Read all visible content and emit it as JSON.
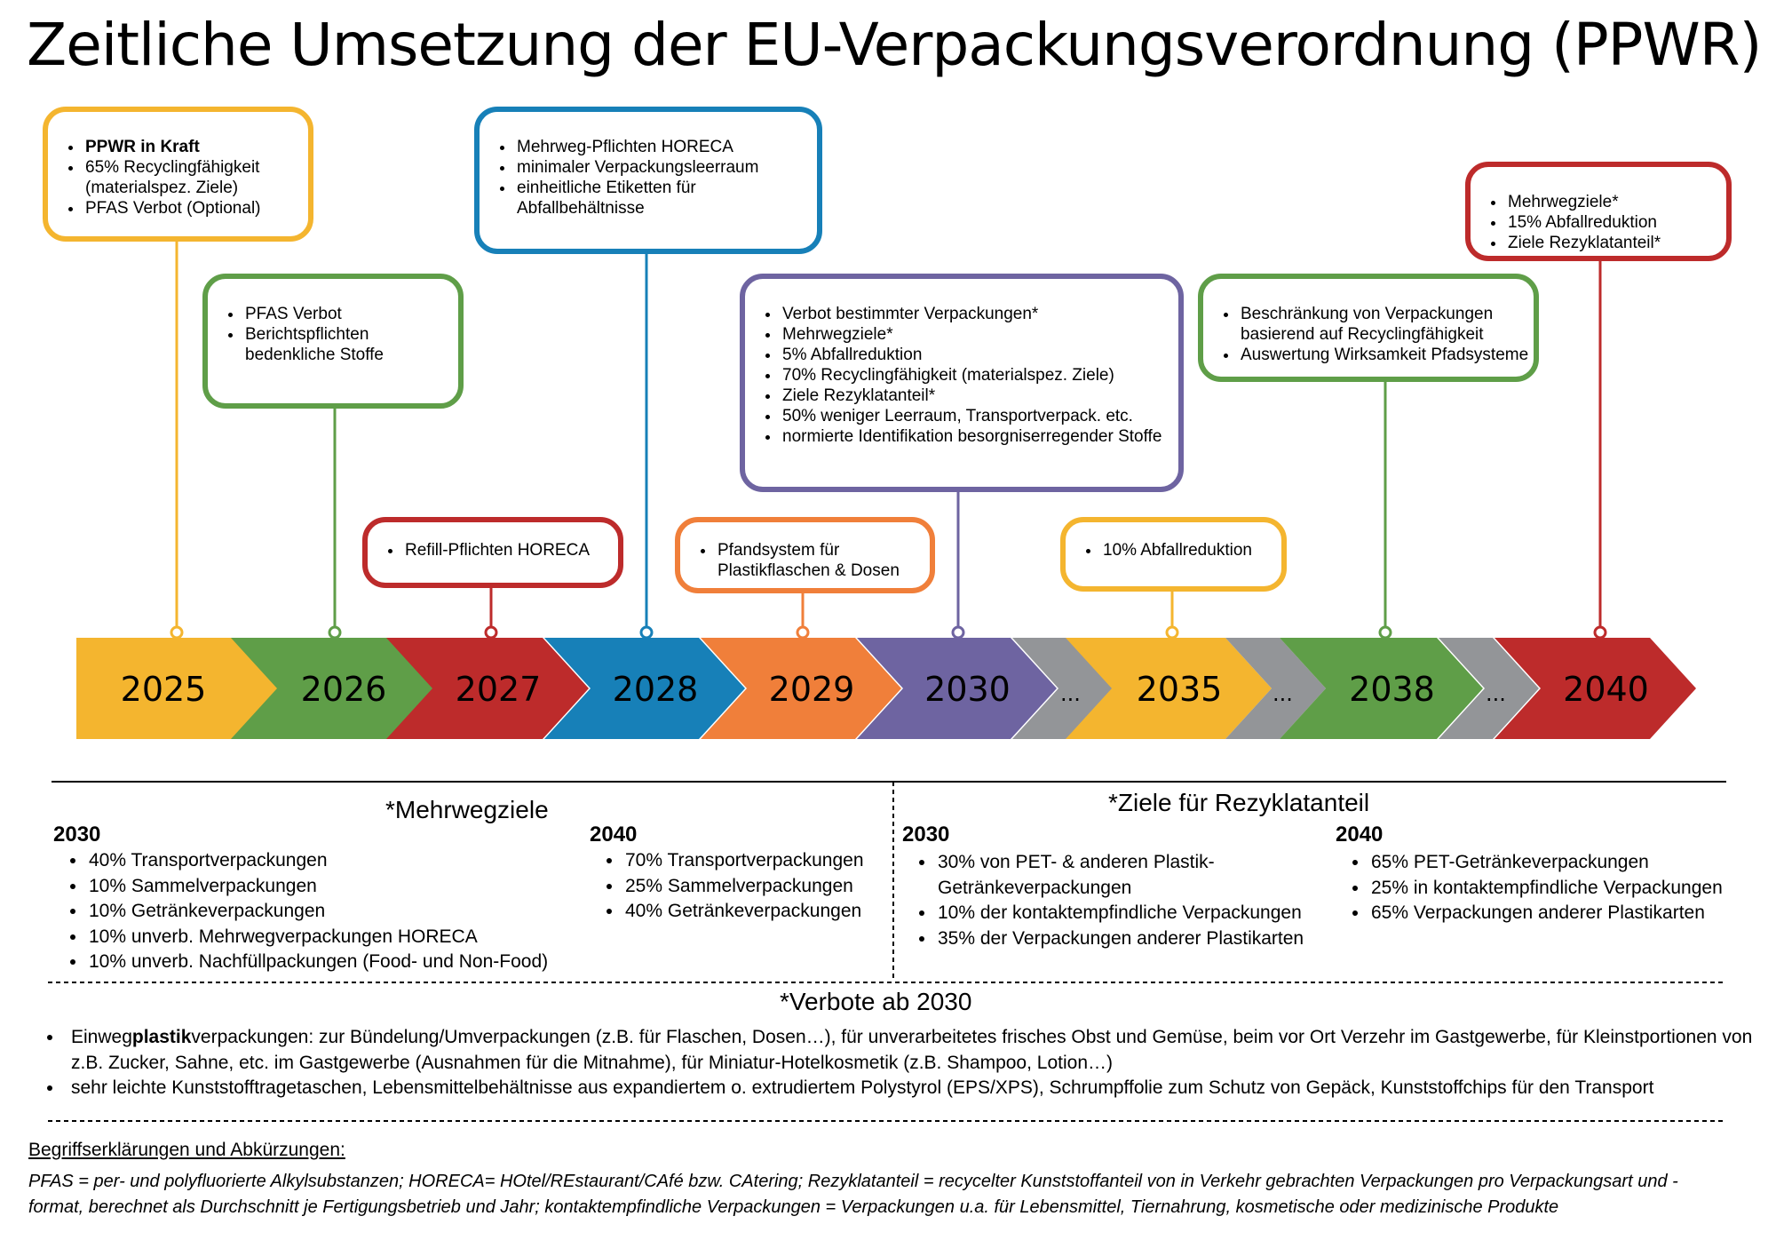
{
  "title": "Zeitliche Umsetzung der EU-Verpackungsverordnung (PPWR)",
  "colors": {
    "yellow": "#F4B52F",
    "green": "#5F9E48",
    "red": "#BD2B2B",
    "blue": "#1780B8",
    "orange": "#F07F3A",
    "purple": "#6E64A1",
    "gray": "#939598"
  },
  "timeline": [
    {
      "label": "2025",
      "color": "#F4B52F"
    },
    {
      "label": "2026",
      "color": "#5F9E48"
    },
    {
      "label": "2027",
      "color": "#BD2B2B"
    },
    {
      "label": "2028",
      "color": "#1780B8"
    },
    {
      "label": "2029",
      "color": "#F07F3A"
    },
    {
      "label": "2030",
      "color": "#6E64A1"
    },
    {
      "label": "...",
      "color": "#939598"
    },
    {
      "label": "2035",
      "color": "#F4B52F"
    },
    {
      "label": "...",
      "color": "#939598"
    },
    {
      "label": "2038",
      "color": "#5F9E48"
    },
    {
      "label": "...",
      "color": "#939598"
    },
    {
      "label": "2040",
      "color": "#BD2B2B"
    }
  ],
  "callouts": [
    {
      "year": "2025",
      "color": "#F4B52F",
      "items": [
        "PPWR in Kraft",
        "65% Recyclingfähigkeit (materialspez. Ziele)",
        "PFAS Verbot (Optional)"
      ]
    },
    {
      "year": "2026",
      "color": "#5F9E48",
      "items": [
        "PFAS Verbot",
        "Berichtspflichten bedenkliche Stoffe"
      ]
    },
    {
      "year": "2027",
      "color": "#BD2B2B",
      "items": [
        "Refill-Pflichten HORECA"
      ]
    },
    {
      "year": "2028",
      "color": "#1780B8",
      "items": [
        "Mehrweg-Pflichten HORECA",
        "minimaler Verpackungsleerraum",
        "einheitliche Etiketten für Abfallbehältnisse"
      ]
    },
    {
      "year": "2029",
      "color": "#F07F3A",
      "items": [
        "Pfandsystem für Plastikflaschen & Dosen"
      ]
    },
    {
      "year": "2030",
      "color": "#6E64A1",
      "items": [
        "Verbot bestimmter Verpackungen*",
        "Mehrwegziele*",
        "5% Abfallreduktion",
        "70% Recyclingfähigkeit (materialspez. Ziele)",
        "Ziele Rezyklatanteil*",
        "50% weniger Leerraum, Transportverpack. etc.",
        "normierte Identifikation besorgniserregender Stoffe"
      ]
    },
    {
      "year": "2035",
      "color": "#F4B52F",
      "items": [
        "10% Abfallreduktion"
      ]
    },
    {
      "year": "2038",
      "color": "#5F9E48",
      "items": [
        "Beschränkung von Verpackungen basierend auf Recyclingfähigkeit",
        "Auswertung Wirksamkeit Pfadsysteme"
      ]
    },
    {
      "year": "2040",
      "color": "#BD2B2B",
      "items": [
        "Mehrwegziele*",
        "15% Abfallreduktion",
        "Ziele Rezyklatanteil*"
      ]
    }
  ],
  "mehrwegziele": {
    "heading": "*Mehrwegziele",
    "y2030": {
      "year": "2030",
      "items": [
        "40% Transportverpackungen",
        "10% Sammelverpackungen",
        "10% Getränkeverpackungen",
        "10% unverb. Mehrwegverpackungen HORECA",
        "10% unverb. Nachfüllpackungen (Food- und Non-Food)"
      ]
    },
    "y2040": {
      "year": "2040",
      "items": [
        "70% Transportverpackungen",
        "25% Sammelverpackungen",
        "40% Getränkeverpackungen"
      ]
    }
  },
  "rezyklat": {
    "heading": "*Ziele für Rezyklatanteil",
    "y2030": {
      "year": "2030",
      "items": [
        "30% von PET- & anderen Plastik-Getränkeverpackungen",
        "10% der kontaktempfindliche Verpackungen",
        "35% der Verpackungen anderer Plastikarten"
      ]
    },
    "y2040": {
      "year": "2040",
      "items": [
        "65% PET-Getränkeverpackungen",
        "25% in kontaktempfindliche Verpackungen",
        "65% Verpackungen anderer Plastikarten"
      ]
    }
  },
  "verbote": {
    "heading": "*Verbote ab 2030",
    "item1_pre": "Einweg",
    "item1_bold": "plastik",
    "item1_post": "verpackungen: zur Bündelung/Umverpackungen  (z.B. für Flaschen, Dosen…), für unverarbeitetes frisches Obst und Gemüse, beim vor Ort Verzehr im Gastgewerbe, für Kleinstportionen von z.B. Zucker, Sahne, etc. im Gastgewerbe (Ausnahmen für die Mitnahme), für Miniatur-Hotelkosmetik (z.B. Shampoo, Lotion…)",
    "item2": "sehr leichte Kunststofftragetaschen, Lebensmittelbehältnisse aus expandiertem o. extrudiertem Polystyrol (EPS/XPS), Schrumpffolie zum Schutz von Gepäck, Kunststoffchips für den Transport"
  },
  "glossary": {
    "title": "Begriffserklärungen und Abkürzungen:",
    "text": "PFAS = per- und polyfluorierte Alkylsubstanzen; HORECA= HOtel/REstaurant/CAfé bzw. CAtering; Rezyklatanteil = recycelter Kunststoffanteil von in Verkehr gebrachten Verpackungen pro Verpackungsart und -format, berechnet als Durchschnitt je Fertigungsbetrieb und Jahr; kontaktempfindliche Verpackungen =  Verpackungen u.a. für Lebensmittel, Tiernahrung, kosmetische oder medizinische Produkte"
  }
}
